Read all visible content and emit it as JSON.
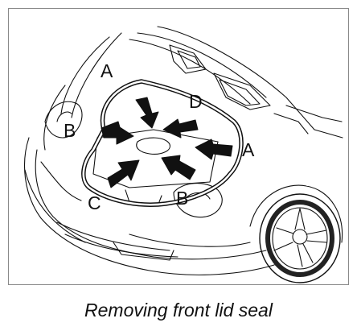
{
  "callouts": {
    "a_top": "A",
    "a_right": "A",
    "b_left": "B",
    "b_bottom": "B",
    "c": "C",
    "d": "D"
  },
  "caption": "Removing front lid seal",
  "colors": {
    "line": "#111111",
    "frame": "#8a8a8a",
    "arrow": "#111111"
  },
  "icons": {
    "arrows": "black-push-arrow"
  }
}
